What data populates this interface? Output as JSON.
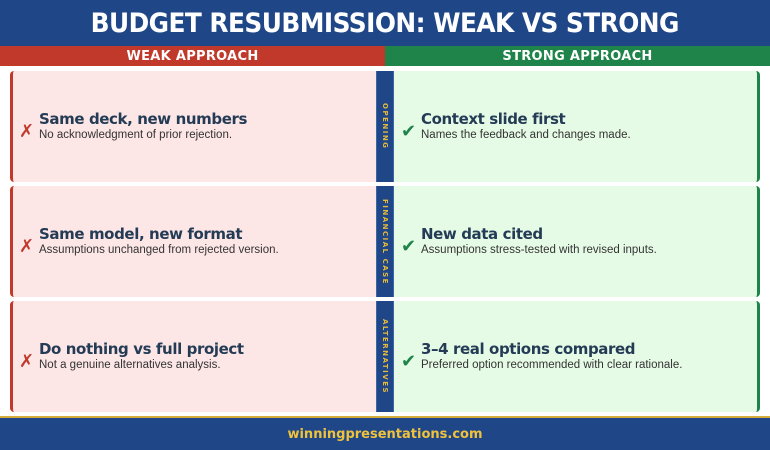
{
  "title": "BUDGET RESUBMISSION: WEAK VS STRONG",
  "columns": {
    "weak_label": "WEAK APPROACH",
    "strong_label": "STRONG APPROACH"
  },
  "colors": {
    "navy": "#1f4788",
    "weak_red": "#c0392b",
    "strong_green": "#1e8449",
    "weak_bg": "#fde6e6",
    "strong_bg": "#e6fbe6",
    "gold": "#e6b93a"
  },
  "icons": {
    "weak": "cross-icon",
    "strong": "check-icon",
    "cross_glyph": "✗",
    "check_glyph": "✔"
  },
  "rows": [
    {
      "category": "OPENING",
      "weak": {
        "heading": "Same deck, new numbers",
        "desc": "No acknowledgment of prior rejection."
      },
      "strong": {
        "heading": "Context slide first",
        "desc": "Names the feedback and changes made."
      }
    },
    {
      "category": "FINANCIAL CASE",
      "weak": {
        "heading": "Same model, new format",
        "desc": "Assumptions unchanged from rejected version."
      },
      "strong": {
        "heading": "New data cited",
        "desc": "Assumptions stress-tested with revised inputs."
      }
    },
    {
      "category": "ALTERNATIVES",
      "weak": {
        "heading": "Do nothing vs full project",
        "desc": "Not a genuine alternatives analysis."
      },
      "strong": {
        "heading": "3–4 real options compared",
        "desc": "Preferred option recommended with clear rationale."
      }
    }
  ],
  "footer": {
    "site": "winningpresentations.com"
  }
}
